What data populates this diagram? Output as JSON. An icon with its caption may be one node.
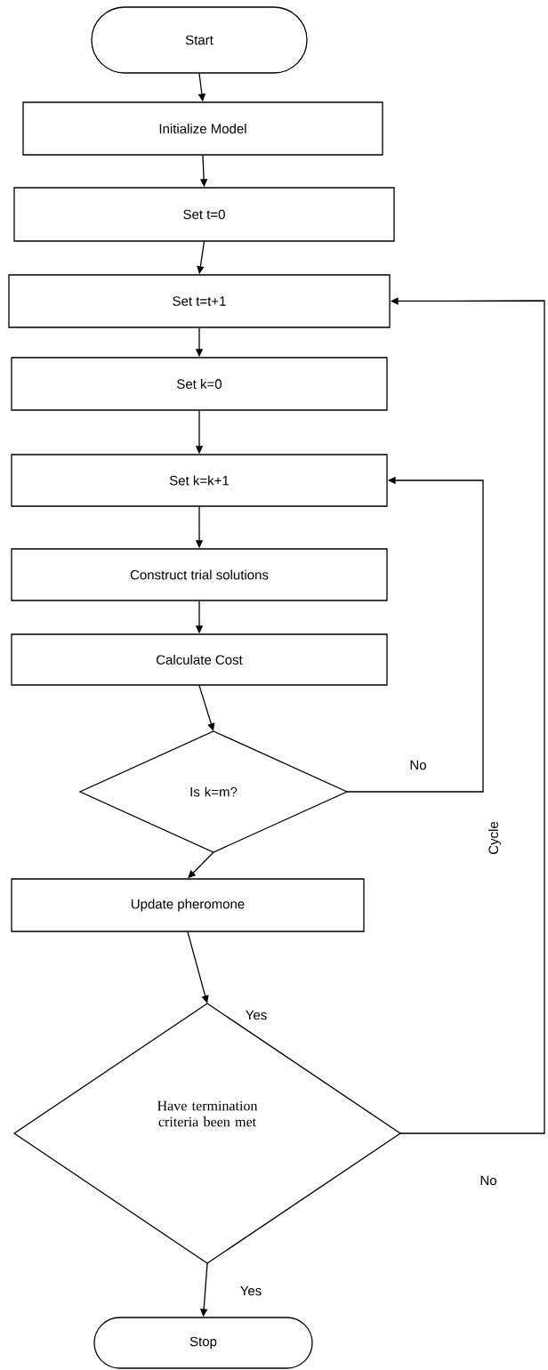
{
  "diagram": {
    "nodes": [
      {
        "text": [
          "Start"
        ]
      },
      {
        "text": [
          "Initialize Model"
        ]
      },
      {
        "text": [
          "Set t=0"
        ]
      },
      {
        "text": [
          "Set t=t+1"
        ]
      },
      {
        "text": [
          "Set k=0"
        ]
      },
      {
        "text": [
          "Set k=k+1"
        ]
      },
      {
        "text": [
          "Construct trial solutions"
        ]
      },
      {
        "text": [
          "Calculate Cost"
        ]
      },
      {
        "text": [
          "Is k=m?"
        ]
      },
      {
        "text": [
          "Update pheromone"
        ]
      },
      {
        "text": [
          "Have termination criteria been met"
        ]
      },
      {
        "text": [
          "Stop"
        ]
      }
    ],
    "edges": [
      {
        "from": 0,
        "to": 1,
        "arrow": "to"
      },
      {
        "from": 1,
        "to": 2,
        "arrow": "to"
      },
      {
        "from": 2,
        "to": 3,
        "arrow": "to"
      },
      {
        "from": 3,
        "to": 4,
        "arrow": "to"
      },
      {
        "from": 4,
        "to": 5,
        "arrow": "to"
      },
      {
        "from": 5,
        "to": 6,
        "arrow": "to"
      },
      {
        "from": 6,
        "to": 7,
        "arrow": "to"
      },
      {
        "from": 7,
        "to": 8,
        "arrow": "to"
      },
      {
        "from": 8,
        "to": 5,
        "arrow": "to",
        "label": "No"
      },
      {
        "from": 8,
        "to": 9,
        "arrow": "to"
      },
      {
        "from": 9,
        "to": 10,
        "arrow": "to",
        "label": "Yes"
      },
      {
        "from": 10,
        "to": 3,
        "arrow": "to",
        "label": "No"
      },
      {
        "from": 10,
        "to": 11,
        "arrow": "to",
        "label": "Yes"
      }
    ],
    "labels": [
      "Cycle"
    ]
  }
}
